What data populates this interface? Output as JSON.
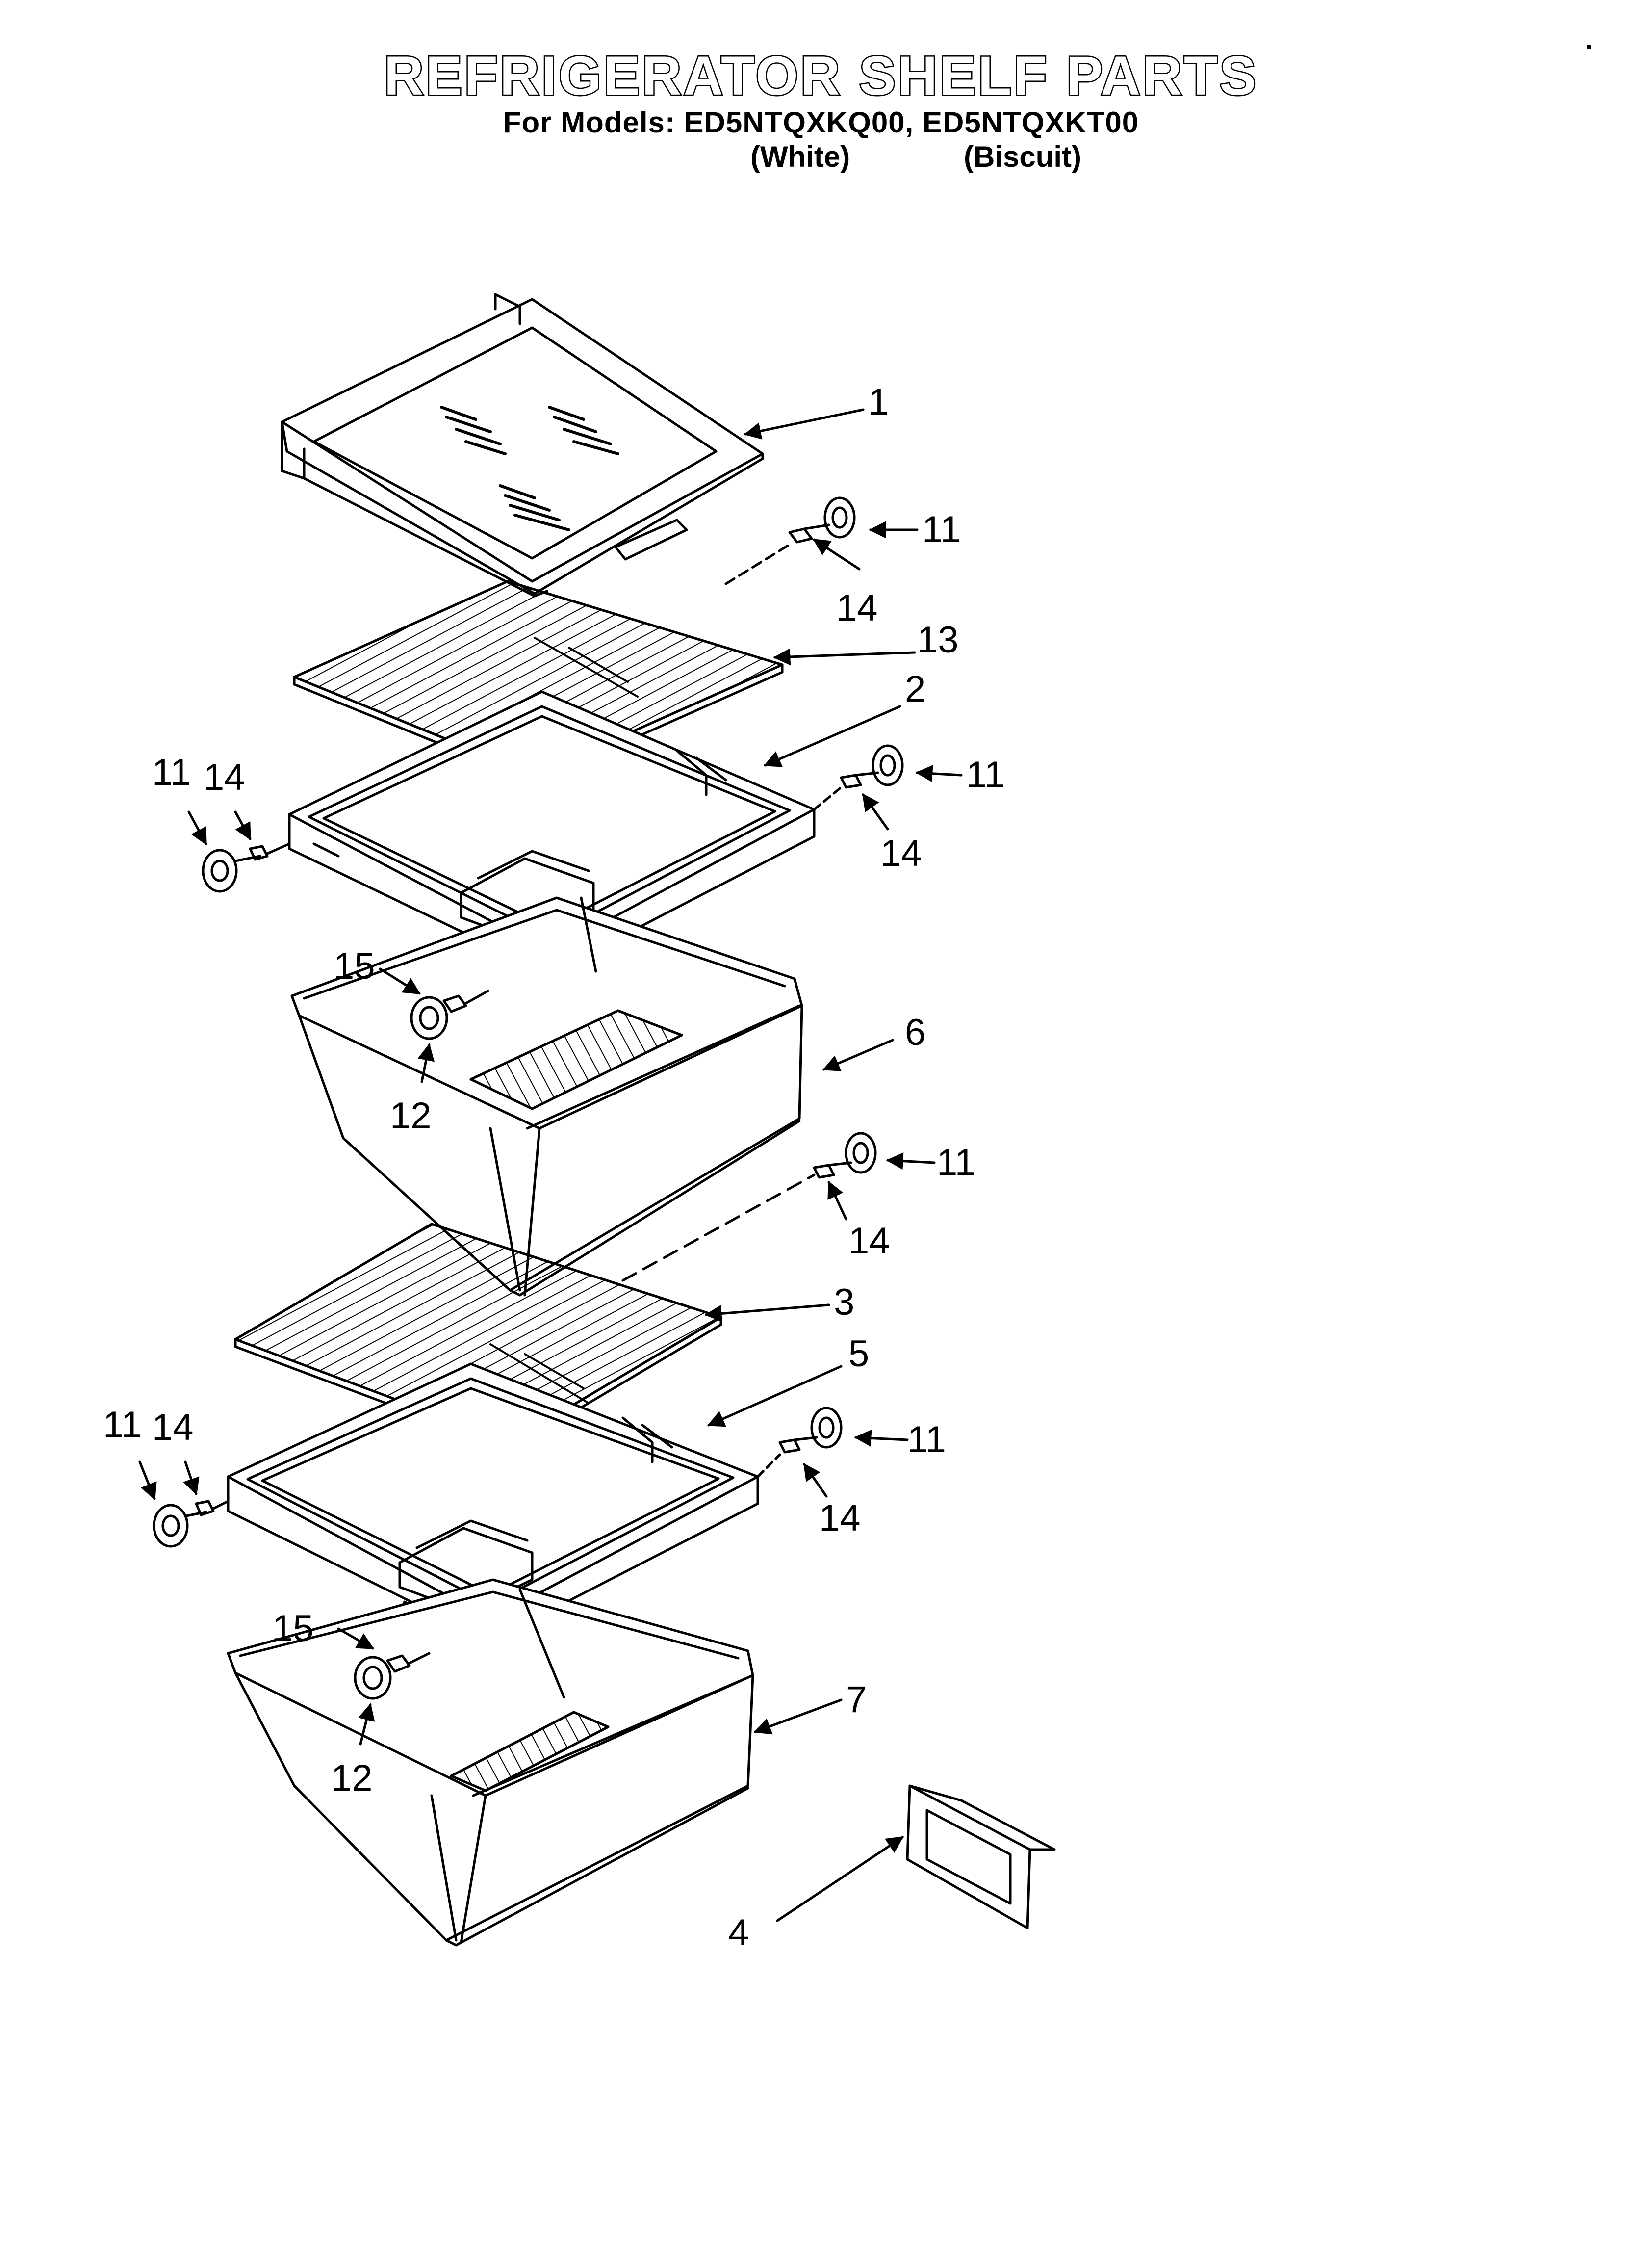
{
  "header": {
    "title": "REFRIGERATOR SHELF PARTS",
    "models_line": "For Models: ED5NTQXKQ00, ED5NTQXKT00",
    "variant_1": "(White)",
    "variant_2": "(Biscuit)"
  },
  "callouts": {
    "c1": "1",
    "c2": "2",
    "c3": "3",
    "c4": "4",
    "c5": "5",
    "c6": "6",
    "c7": "7",
    "c11a": "11",
    "c11b": "11",
    "c11c": "11",
    "c11d": "11",
    "c11e": "11",
    "c11f": "11",
    "c12a": "12",
    "c12b": "12",
    "c13": "13",
    "c14a": "14",
    "c14b": "14",
    "c14c": "14",
    "c14d": "14",
    "c14e": "14",
    "c14f": "14",
    "c15a": "15",
    "c15b": "15"
  },
  "colors": {
    "line": "#000000",
    "background": "#ffffff"
  }
}
